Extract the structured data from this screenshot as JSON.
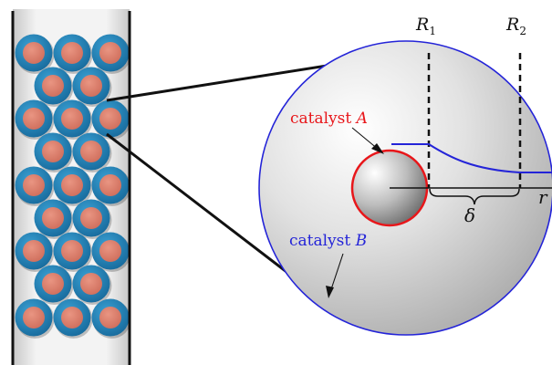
{
  "labels": {
    "r1_symbol": "R",
    "r1_subscript": "1",
    "r2_symbol": "R",
    "r2_subscript": "2",
    "r_axis": "r",
    "delta": "δ",
    "catalyst_a_text": "catalyst ",
    "catalyst_a_symbol": "A",
    "catalyst_b_text": "catalyst ",
    "catalyst_b_symbol": "B"
  },
  "colors": {
    "pellet_core": "#dd7f6e",
    "pellet_shell": "#1f86be",
    "catalyst_a": "#e8161a",
    "catalyst_b": "#2424d8",
    "profile_line": "#2424d8",
    "sphere_fill": "#c9c9c9",
    "reactor_wall": "#111111"
  },
  "icons": {
    "pointer_a": "arrow-icon",
    "pointer_b": "arrow-icon"
  }
}
